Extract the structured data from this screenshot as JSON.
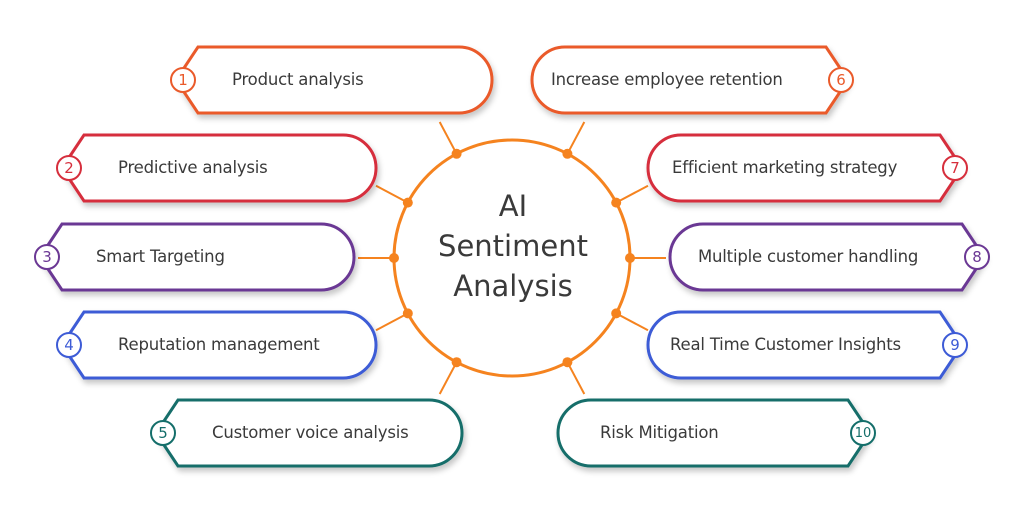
{
  "center": {
    "lines": [
      "AI",
      "Sentiment",
      "Analysis"
    ],
    "ring_color": "#f5831f"
  },
  "items": [
    {
      "number": "1",
      "label": "Product analysis",
      "color": "#ea5a2a",
      "side": "left"
    },
    {
      "number": "2",
      "label": "Predictive analysis",
      "color": "#d62e3c",
      "side": "left"
    },
    {
      "number": "3",
      "label": "Smart Targeting",
      "color": "#6b3894",
      "side": "left"
    },
    {
      "number": "4",
      "label": "Reputation management",
      "color": "#3d5bd6",
      "side": "left"
    },
    {
      "number": "5",
      "label": "Customer voice analysis",
      "color": "#146e6a",
      "side": "left"
    },
    {
      "number": "6",
      "label": "Increase employee retention",
      "color": "#ea5a2a",
      "side": "right"
    },
    {
      "number": "7",
      "label": "Efficient marketing strategy",
      "color": "#d62e3c",
      "side": "right"
    },
    {
      "number": "8",
      "label": "Multiple customer handling",
      "color": "#6b3894",
      "side": "right"
    },
    {
      "number": "9",
      "label": "Real Time Customer Insights",
      "color": "#3d5bd6",
      "side": "right"
    },
    {
      "number": "10",
      "label": "Risk Mitigation",
      "color": "#146e6a",
      "side": "right"
    }
  ]
}
